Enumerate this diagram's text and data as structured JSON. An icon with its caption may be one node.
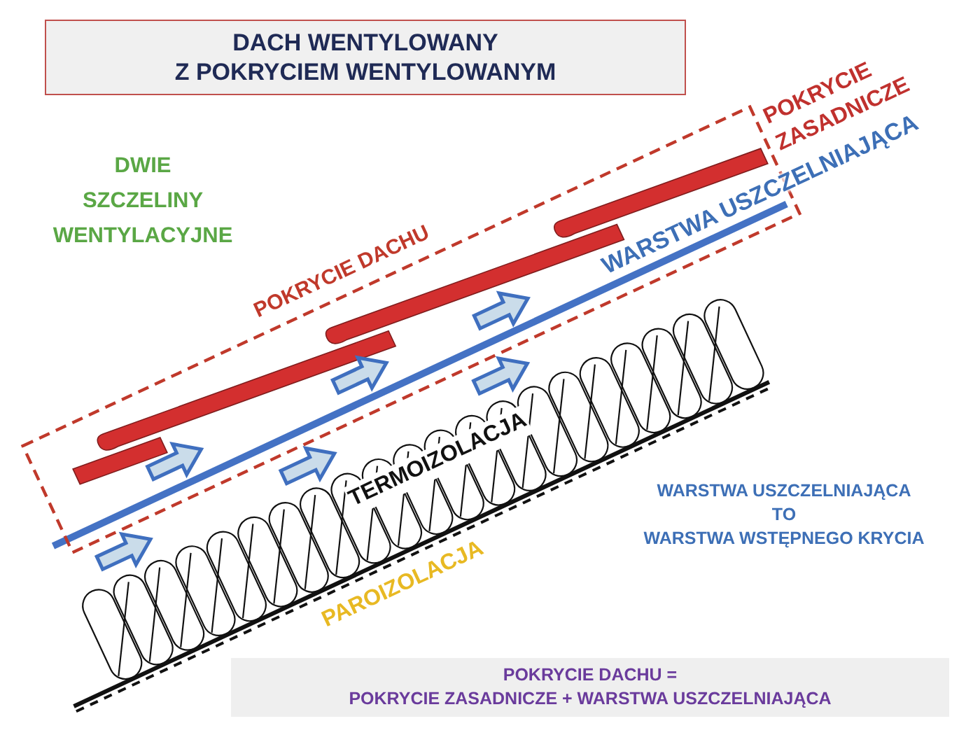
{
  "diagram": {
    "title": "DACH WENTYLOWANY Z POKRYCIEM WENTYLOWANYM",
    "nodes": [
      {
        "text": [
          "POKRYCIE DACHU"
        ]
      },
      {
        "text": [
          "POKRYCIE DACHU = POKRYCIE ZASADNICZE + WARSTWA USZCZELNIAJĄCA"
        ]
      }
    ],
    "labels": [
      "POKRYCIE ZASADNICZE",
      "DWIE SZCZELINY WENTYLACYJNE",
      "WARSTWA USZCZELNIAJĄCA",
      "TERMOIZOLACJA",
      "WARSTWA USZCZELNIAJĄCA TO WARSTWA WSTĘPNEGO KRYCIA",
      "PAROIZOLACJA"
    ]
  }
}
